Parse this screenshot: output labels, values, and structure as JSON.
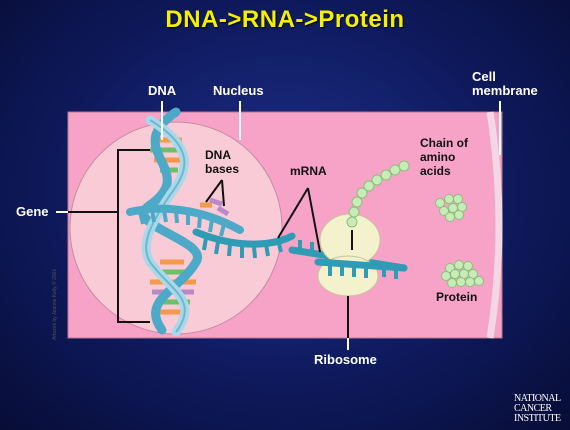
{
  "title": "DNA->RNA->Protein",
  "labels": {
    "dna": "DNA",
    "nucleus": "Nucleus",
    "cell_membrane": "Cell membrane",
    "dna_bases": "DNA bases",
    "mrna": "mRNA",
    "chain_of_amino_acids": "Chain of amino acids",
    "gene": "Gene",
    "protein": "Protein",
    "ribosome": "Ribosome"
  },
  "credit": "Artwork by Jeanne Kelly © 2001",
  "logo": "NATIONAL CANCER INSTITUTE",
  "colors": {
    "title": "#f6f000",
    "cell": "#f7a3c8",
    "nucleus": "#f8cbd6",
    "dna_strand": "#4ca9c8",
    "mrna": "#2f9bb5",
    "ribosome": "#f4f2cc",
    "amino_acid": "#c8ecb8"
  }
}
